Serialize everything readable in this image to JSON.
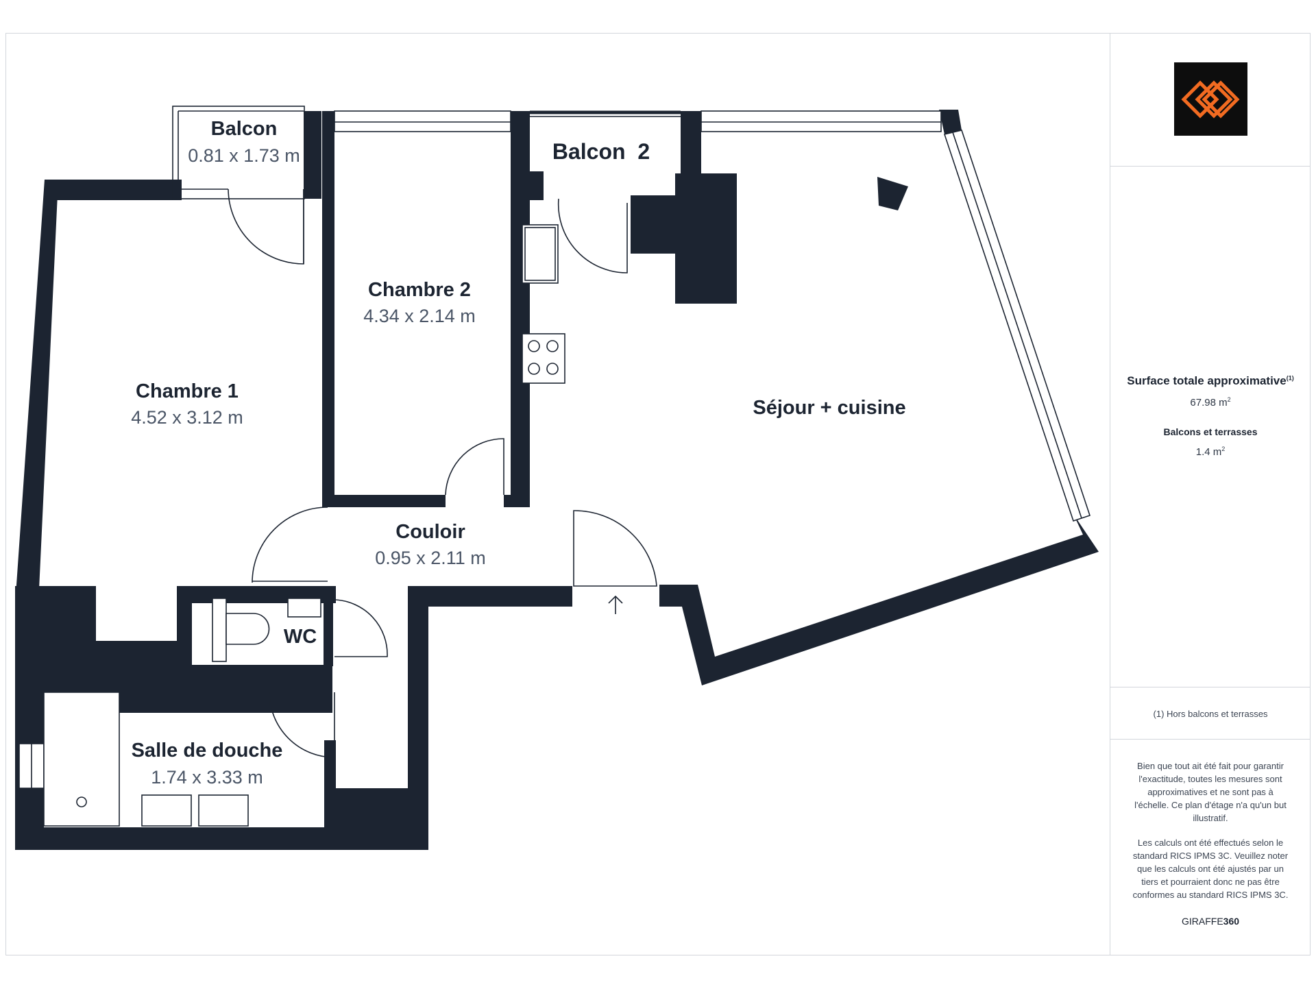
{
  "rooms": {
    "balcon": {
      "name": "Balcon",
      "dims": "0.81 x 1.73 m"
    },
    "balcon2": {
      "name": "Balcon  2"
    },
    "chambre1": {
      "name": "Chambre 1",
      "dims": "4.52 x 3.12 m"
    },
    "chambre2": {
      "name": "Chambre 2",
      "dims": "4.34 x 2.14 m"
    },
    "sejour": {
      "name": "Séjour + cuisine"
    },
    "couloir": {
      "name": "Couloir",
      "dims": "0.95 x 2.11 m"
    },
    "wc": {
      "name": "WC"
    },
    "douche": {
      "name": "Salle de douche",
      "dims": "1.74 x 3.33 m"
    }
  },
  "summary": {
    "total_label": "Surface totale approximative",
    "total_note_mark": "(1)",
    "total_value": "67.98 m",
    "balcony_label": "Balcons et terrasses",
    "balcony_value": "1.4 m",
    "unit_sup": "2"
  },
  "footnote": "(1) Hors balcons et terrasses",
  "disclaimer_1": "Bien que tout ait été fait pour garantir l'exactitude, toutes les mesures sont approximatives et ne sont pas à l'échelle. Ce plan d'étage n'a qu'un but illustratif.",
  "disclaimer_2": "Les calculs ont été effectués selon le standard RICS IPMS 3C. Veuillez noter que les calculs ont été ajustés par un tiers et pourraient donc ne pas être conformes au standard RICS IPMS 3C.",
  "brand": {
    "part1": "GIRAFFE",
    "part2": "360"
  },
  "colors": {
    "wall": "#1c2431",
    "logo_bg": "#0d0d0d",
    "logo_accent": "#f26b21"
  }
}
